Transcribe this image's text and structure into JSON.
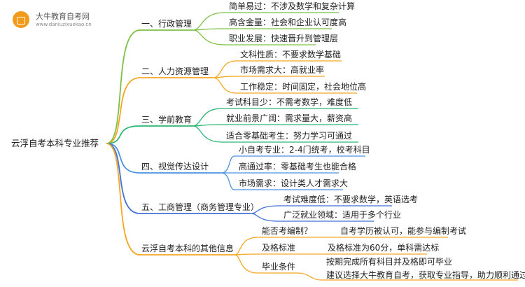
{
  "logo": {
    "title": "大牛教育自考网",
    "url": "www.daniuzixuekao.cn",
    "icon": "book-icon",
    "color": "#f39a1b"
  },
  "root": "云浮自考本科专业推荐",
  "branches": [
    {
      "title": "一、行政管理",
      "color": "#7ec045",
      "leaves": [
        {
          "text": "简单易过：不涉及数学和复杂计算"
        },
        {
          "text": "高含金量：社会和企业认可度高"
        },
        {
          "text": "职业发展：快速晋升到管理层"
        }
      ]
    },
    {
      "title": "二、人力资源管理",
      "color": "#f5a623",
      "leaves": [
        {
          "text": "文科性质：不要求数学基础"
        },
        {
          "text": "市场需求大：高就业率"
        },
        {
          "text": "工作稳定：时间固定，社会地位高"
        }
      ]
    },
    {
      "title": "三、学前教育",
      "color": "#2bb673",
      "leaves": [
        {
          "text": "考试科目少：不需考数学，难度低"
        },
        {
          "text": "就业前景广阔：需求量大，薪资高"
        },
        {
          "text": "适合零基础考生：努力学习可通过"
        }
      ]
    },
    {
      "title": "四、视觉传达设计",
      "color": "#4a90e2",
      "leaves": [
        {
          "text": "小自考专业：2-4门统考，校考科目"
        },
        {
          "text": "高通过率：零基础考生也能合格"
        },
        {
          "text": "市场需求：设计类人才需求大"
        }
      ]
    },
    {
      "title": "五、工商管理（商务管理专业）",
      "color": "#3f6fd8",
      "leaves": [
        {
          "text": "考试难度低：不要求数学，英语选考"
        },
        {
          "text": "广泛就业领域：适用于多个行业"
        }
      ]
    },
    {
      "title": "云浮自考本科的其他信息",
      "color": "#f5a623",
      "leaves": [
        {
          "text": "能否考编制？",
          "detail": [
            "自考学历被认可，能参与编制考试"
          ]
        },
        {
          "text": "及格标准",
          "detail": [
            "及格标准为60分，单科需达标"
          ]
        },
        {
          "text": "毕业条件",
          "detail": [
            "按期完成所有科目并及格即可毕业",
            "建议选择大牛教育自考，获取专业指导，助力顺利通过考试。"
          ]
        }
      ]
    }
  ]
}
